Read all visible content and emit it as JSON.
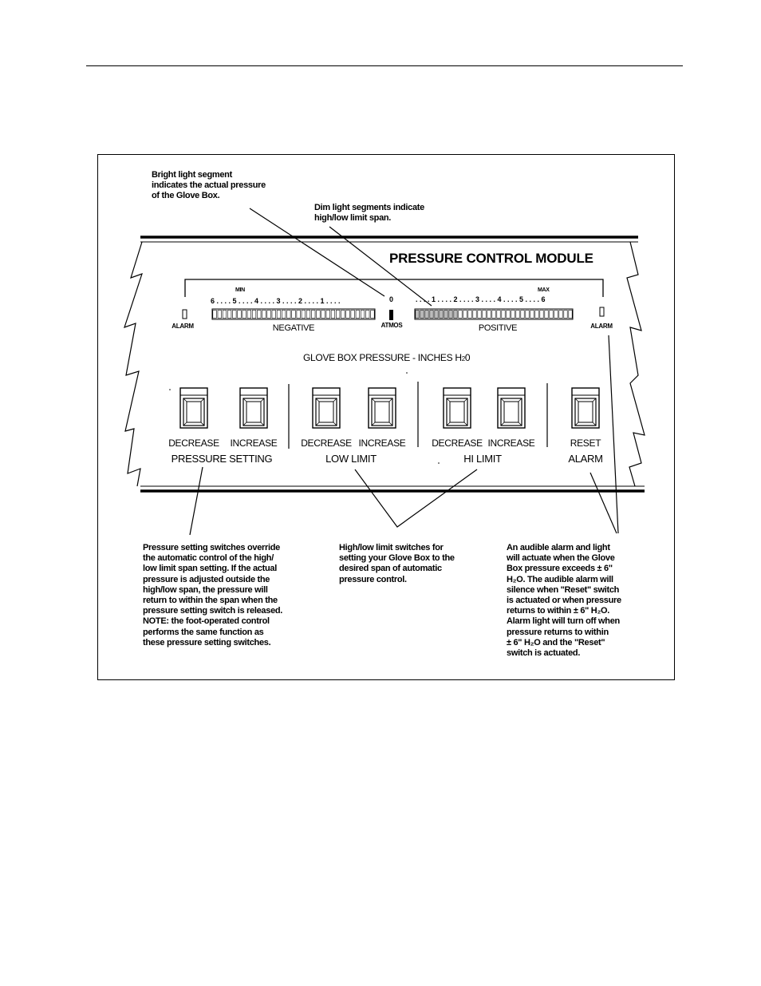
{
  "page": {
    "top_rule": true
  },
  "callouts": {
    "bright": "Bright light segment\nindicates the actual pressure\nof the Glove Box.",
    "dim": "Dim light segments indicate\nhigh/low limit span."
  },
  "module": {
    "title": "PRESSURE CONTROL MODULE",
    "min_label": "MIN",
    "max_label": "MAX",
    "zero_label": "0",
    "negative_scale": "6 . . . . 5 . . . . 4 . . . . 3 . . . . 2 . . . . 1 . . . .",
    "positive_scale": ". . . . 1 . . . . 2 . . . . 3 . . . . 4 . . . . 5 . . . . 6",
    "alarm_left": "ALARM",
    "alarm_right": "ALARM",
    "negative": "NEGATIVE",
    "atmos": "ATMOS",
    "positive": "POSITIVE",
    "gauge_label_main": "GLOVE BOX PRESSURE -  INCHES  H",
    "gauge_label_sub": "2",
    "gauge_label_end": "0",
    "groups": [
      {
        "buttons": [
          "DECREASE",
          "INCREASE"
        ],
        "caption": "PRESSURE SETTING"
      },
      {
        "buttons": [
          "DECREASE",
          "INCREASE"
        ],
        "caption": "LOW LIMIT"
      },
      {
        "buttons": [
          "DECREASE",
          "INCREASE"
        ],
        "caption": "HI LIMIT"
      },
      {
        "buttons": [
          "RESET"
        ],
        "caption": "ALARM"
      }
    ]
  },
  "notes": {
    "pressure_setting": "Pressure setting switches override\nthe automatic control of the high/\nlow limit span setting.  If the actual\npressure is adjusted outside the\nhigh/low span, the pressure will\nreturn to within the span when the\npressure setting switch is released.\nNOTE: the foot-operated control\nperforms the same function as\nthese pressure setting switches.",
    "limits": "High/low limit switches for\nsetting your Glove Box to the\ndesired span of automatic\npressure control.",
    "alarm": "An audible alarm and light\nwill actuate when the Glove\nBox pressure exceeds ± 6\"\nH₂O.  The audible alarm will\nsilence when \"Reset\" switch\nis actuated or when pressure\nreturns to within ± 6\" H₂O.\nAlarm light will turn off when\npressure returns to within\n± 6\" H₂O and the \"Reset\"\nswitch is actuated."
  }
}
